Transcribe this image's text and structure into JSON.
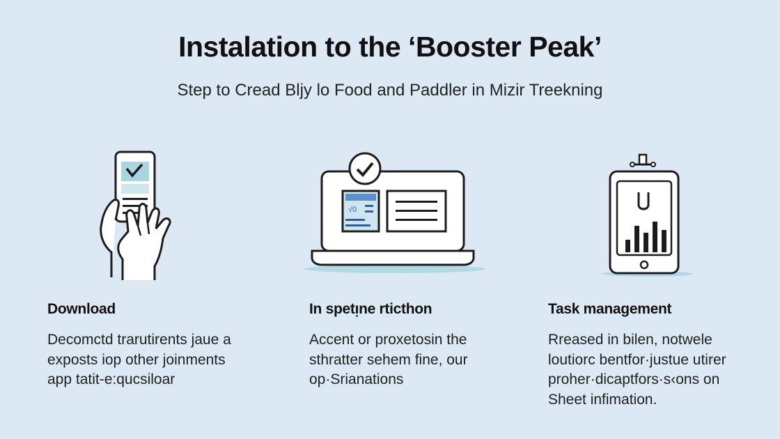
{
  "header": {
    "title": "Instalation to the ‘Booster Peak’",
    "subtitle": "Step to Cread Bljy lo Food and Paddler in Mizir Treekning"
  },
  "features": [
    {
      "icon": "phone-checklist-hands-icon",
      "title": "Download",
      "lines": [
        "Decomctd trarutirents jaue a",
        "exposts iop other joinments",
        "app tatit-e:qucsiloar"
      ]
    },
    {
      "icon": "laptop-check-icon",
      "title": "In spetᴉne rticthon",
      "lines": [
        "Accent or proxetosin the",
        "sthratter sehem fine,  our",
        "op·Srianations"
      ]
    },
    {
      "icon": "tablet-bar-chart-icon",
      "title": "Task management",
      "lines": [
        "Rreased in bilen, notwele",
        "loutiorc bentfor·justue utirer",
        "proher·dicaptfors·s‹ons on",
        "Sheet infimation."
      ]
    }
  ],
  "colors": {
    "background": "#dce9f4",
    "accent": "#a9d4e2",
    "stroke": "#1c1c1c"
  }
}
